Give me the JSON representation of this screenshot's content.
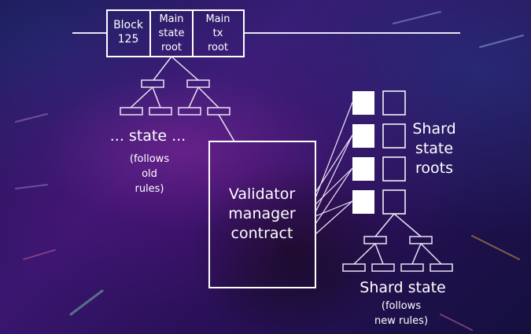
{
  "header_blocks": [
    {
      "lines": [
        "Block",
        "125"
      ]
    },
    {
      "lines": [
        "Main",
        "state",
        "root"
      ]
    },
    {
      "lines": [
        "Main",
        "tx",
        "root"
      ]
    }
  ],
  "main_state": {
    "title": "... state ...",
    "note_lines": [
      "(follows",
      "old",
      "rules)"
    ]
  },
  "contract": {
    "lines": [
      "Validator",
      "manager",
      "contract"
    ]
  },
  "shard_roots": {
    "lines": [
      "Shard",
      "state",
      "roots"
    ]
  },
  "shard_state": {
    "title": "Shard state",
    "note_lines": [
      "(follows",
      "new rules)"
    ]
  },
  "colors": {
    "line": "#e8e4f4",
    "box_stroke": "#ffffff",
    "filled_box": "#ffffff",
    "text": "#ffffff"
  }
}
